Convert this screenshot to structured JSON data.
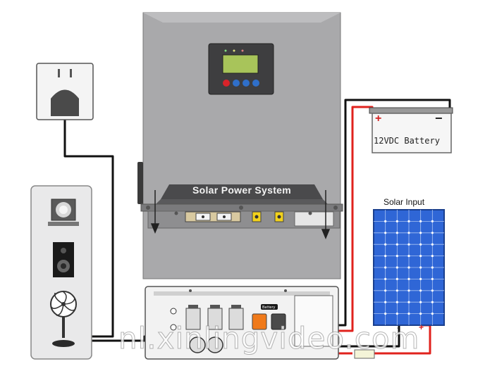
{
  "inverter": {
    "title_band": "Solar Power System"
  },
  "battery": {
    "label": "12VDC Battery",
    "plus": "+",
    "minus": "−"
  },
  "solar": {
    "label": "Solar Input",
    "minus": "-",
    "plus": "+"
  },
  "terminals": {
    "battery_tag": "Battery"
  },
  "watermark": "nl.xinlingvideo.com",
  "colors": {
    "inverter_body": "#a9a9ab",
    "inverter_band": "#4a4a4c",
    "lcd": "#a8c45a",
    "button_red": "#d8232a",
    "button_blue": "#2f6fc9",
    "wire_red": "#e0221d",
    "wire_black": "#111111",
    "panel_blue": "#2f66d6",
    "battery_terminal_orange": "#f07a1a"
  },
  "icons": [
    "wall-outlet-icon",
    "computer-icon",
    "speaker-icon",
    "fan-icon"
  ]
}
